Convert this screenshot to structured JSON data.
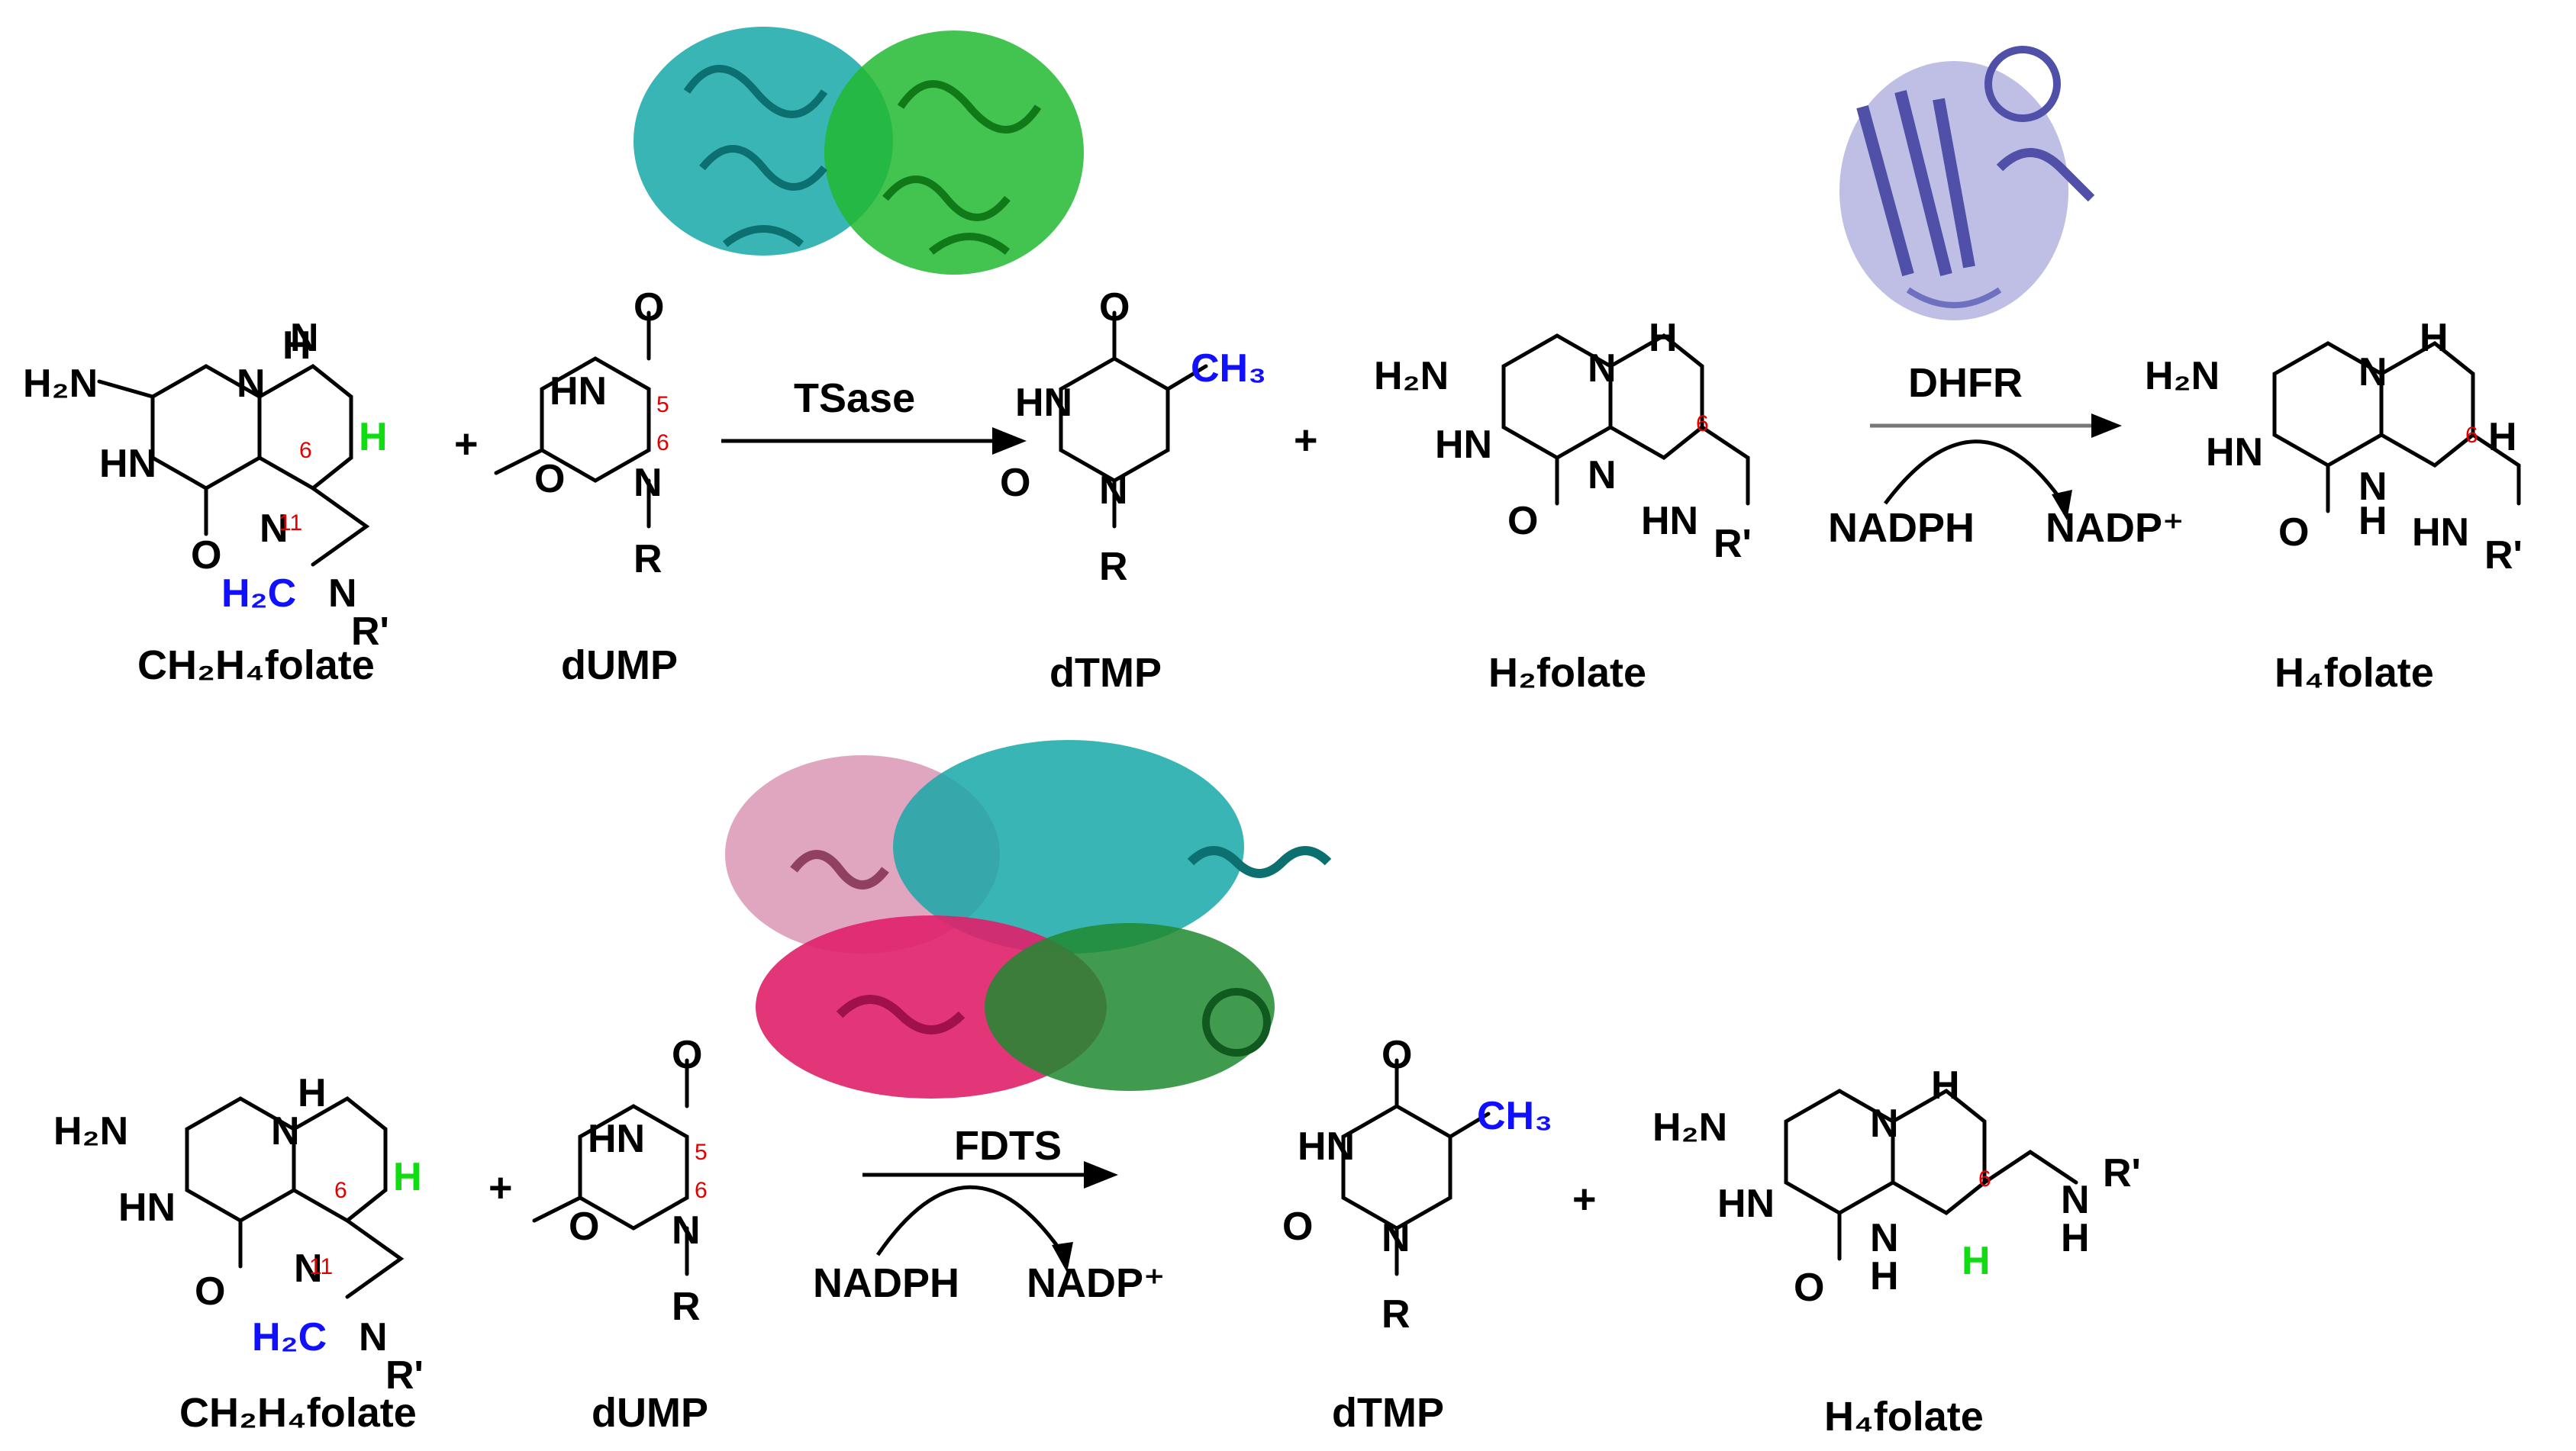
{
  "reaction_top": {
    "enzyme1": "TSase",
    "enzyme2": "DHFR",
    "cofactor_in": "NADPH",
    "cofactor_out": "NADP⁺",
    "plus": "+",
    "compounds": {
      "c1": "CH₂H₄folate",
      "c2": "dUMP",
      "c3": "dTMP",
      "c4": "H₂folate",
      "c5": "H₄folate"
    }
  },
  "reaction_bottom": {
    "enzyme": "FDTS",
    "cofactor_in": "NADPH",
    "cofactor_out": "NADP⁺",
    "plus": "+",
    "compounds": {
      "c1": "CH₂H₄folate",
      "c2": "dUMP",
      "c3": "dTMP",
      "c4": "H₄folate"
    }
  },
  "atoms": {
    "h2n": "H₂N",
    "hn": "HN",
    "n": "N",
    "h": "H",
    "o": "O",
    "r": "R",
    "r_prime": "R'",
    "ch3": "CH₃",
    "h2c": "H₂C",
    "hn_r": "HN",
    "nh": "N"
  },
  "positions": {
    "p5": "5",
    "p6": "6",
    "p11": "11"
  },
  "colors": {
    "carbon_label": "#1010ff",
    "hydrogen_label": "#10dd10",
    "position_number": "#e00000",
    "protein_tsase": [
      "#18a8a8",
      "#22b830"
    ],
    "protein_dhfr": "#7070c0",
    "protein_fdts": [
      "#e0206a",
      "#18a8a8",
      "#d890b0",
      "#208a30"
    ]
  }
}
